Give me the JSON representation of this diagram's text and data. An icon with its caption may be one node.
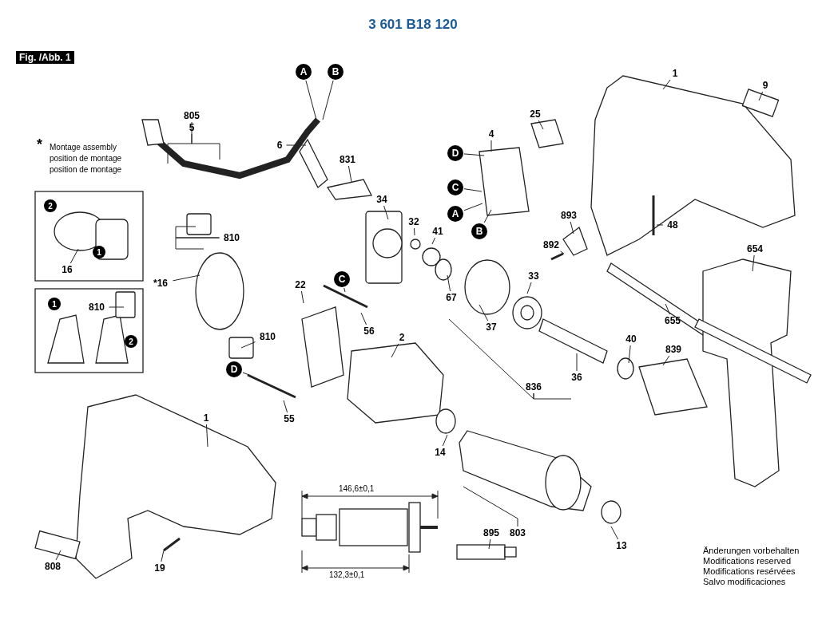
{
  "diagram": {
    "title": "3 601 B18 120",
    "nodes": [
      {
        "text": [
          "A"
        ]
      },
      {
        "text": [
          "B"
        ]
      },
      {
        "text": [
          "805"
        ]
      },
      {
        "text": [
          "5"
        ]
      },
      {
        "text": [
          "6"
        ]
      },
      {
        "text": [
          "831"
        ]
      },
      {
        "text": [
          "34"
        ]
      },
      {
        "text": [
          "32"
        ]
      },
      {
        "text": [
          "41"
        ]
      },
      {
        "text": [
          "4"
        ]
      },
      {
        "text": [
          "D"
        ]
      },
      {
        "text": [
          "C"
        ]
      },
      {
        "text": [
          "A"
        ]
      },
      {
        "text": [
          "B"
        ]
      },
      {
        "text": [
          "25"
        ]
      },
      {
        "text": [
          "1"
        ]
      },
      {
        "text": [
          "9"
        ]
      },
      {
        "text": [
          "48"
        ]
      },
      {
        "text": [
          "893"
        ]
      },
      {
        "text": [
          "892"
        ]
      },
      {
        "text": [
          "654"
        ]
      },
      {
        "text": [
          "810"
        ]
      },
      {
        "text": [
          "*16"
        ]
      },
      {
        "text": [
          "810"
        ]
      },
      {
        "text": [
          "22"
        ]
      },
      {
        "text": [
          "C"
        ]
      },
      {
        "text": [
          "56"
        ]
      },
      {
        "text": [
          "2"
        ]
      },
      {
        "text": [
          "D"
        ]
      },
      {
        "text": [
          "55"
        ]
      },
      {
        "text": [
          "67"
        ]
      },
      {
        "text": [
          "33"
        ]
      },
      {
        "text": [
          "37"
        ]
      },
      {
        "text": [
          "836"
        ]
      },
      {
        "text": [
          "36"
        ]
      },
      {
        "text": [
          "655"
        ]
      },
      {
        "text": [
          "40"
        ]
      },
      {
        "text": [
          "839"
        ]
      },
      {
        "text": [
          "14"
        ]
      },
      {
        "text": [
          "803"
        ]
      },
      {
        "text": [
          "13"
        ]
      },
      {
        "text": [
          "895"
        ]
      },
      {
        "text": [
          "1"
        ]
      },
      {
        "text": [
          "808"
        ]
      },
      {
        "text": [
          "19"
        ]
      },
      {
        "text": [
          "810"
        ]
      },
      {
        "text": [
          "16"
        ]
      }
    ],
    "edges": [
      {
        "from": 0,
        "to": null,
        "arrow": "none"
      },
      {
        "from": 1,
        "to": null,
        "arrow": "none"
      },
      {
        "from": 2,
        "to": null,
        "arrow": "none"
      },
      {
        "from": 3,
        "to": null,
        "arrow": "none"
      },
      {
        "from": 4,
        "to": null,
        "arrow": "none"
      },
      {
        "from": 5,
        "to": null,
        "arrow": "none"
      },
      {
        "from": 6,
        "to": null,
        "arrow": "none"
      },
      {
        "from": 7,
        "to": null,
        "arrow": "none"
      },
      {
        "from": 8,
        "to": null,
        "arrow": "none"
      },
      {
        "from": 9,
        "to": null,
        "arrow": "none"
      },
      {
        "from": 10,
        "to": null,
        "arrow": "none"
      },
      {
        "from": 11,
        "to": null,
        "arrow": "none"
      },
      {
        "from": 12,
        "to": null,
        "arrow": "none"
      },
      {
        "from": 13,
        "to": null,
        "arrow": "none"
      },
      {
        "from": 14,
        "to": null,
        "arrow": "none"
      },
      {
        "from": 15,
        "to": null,
        "arrow": "none"
      },
      {
        "from": 16,
        "to": null,
        "arrow": "none"
      },
      {
        "from": 17,
        "to": null,
        "arrow": "none"
      },
      {
        "from": 18,
        "to": null,
        "arrow": "none"
      },
      {
        "from": 19,
        "to": null,
        "arrow": "none"
      },
      {
        "from": 20,
        "to": null,
        "arrow": "none"
      },
      {
        "from": 21,
        "to": null,
        "arrow": "none"
      },
      {
        "from": 21,
        "to": null,
        "arrow": "none"
      },
      {
        "from": 22,
        "to": null,
        "arrow": "none"
      },
      {
        "from": 23,
        "to": null,
        "arrow": "none"
      },
      {
        "from": 24,
        "to": null,
        "arrow": "none"
      },
      {
        "from": 25,
        "to": null,
        "arrow": "none"
      },
      {
        "from": 26,
        "to": null,
        "arrow": "none"
      },
      {
        "from": 27,
        "to": null,
        "arrow": "none"
      },
      {
        "from": 28,
        "to": null,
        "arrow": "none"
      },
      {
        "from": 29,
        "to": null,
        "arrow": "none"
      },
      {
        "from": 30,
        "to": null,
        "arrow": "none"
      },
      {
        "from": 31,
        "to": null,
        "arrow": "none"
      },
      {
        "from": 32,
        "to": null,
        "arrow": "none"
      },
      {
        "from": 33,
        "to": null,
        "arrow": "none"
      },
      {
        "from": 33,
        "to": null,
        "arrow": "none"
      },
      {
        "from": 34,
        "to": null,
        "arrow": "none"
      },
      {
        "from": 35,
        "to": null,
        "arrow": "none"
      },
      {
        "from": 36,
        "to": null,
        "arrow": "none"
      },
      {
        "from": 37,
        "to": null,
        "arrow": "none"
      },
      {
        "from": 38,
        "to": null,
        "arrow": "none"
      },
      {
        "from": 39,
        "to": null,
        "arrow": "none"
      },
      {
        "from": 40,
        "to": null,
        "arrow": "none"
      },
      {
        "from": 41,
        "to": null,
        "arrow": "none"
      },
      {
        "from": 42,
        "to": null,
        "arrow": "none"
      },
      {
        "from": 43,
        "to": null,
        "arrow": "none"
      },
      {
        "from": 44,
        "to": null,
        "arrow": "none"
      },
      {
        "from": 45,
        "to": null,
        "arrow": "none"
      },
      {
        "from": 46,
        "to": null,
        "arrow": "none"
      }
    ],
    "labels": [
      "Fig. /Abb. 1",
      "*",
      "Montage assembly position de montage position de montage",
      "2",
      "1",
      "1",
      "2",
      "146,6±0,1",
      "132,3±0,1",
      "Änderungen vorbehalten Modifications reserved Modifications resérvées Salvo modificaciones"
    ]
  }
}
